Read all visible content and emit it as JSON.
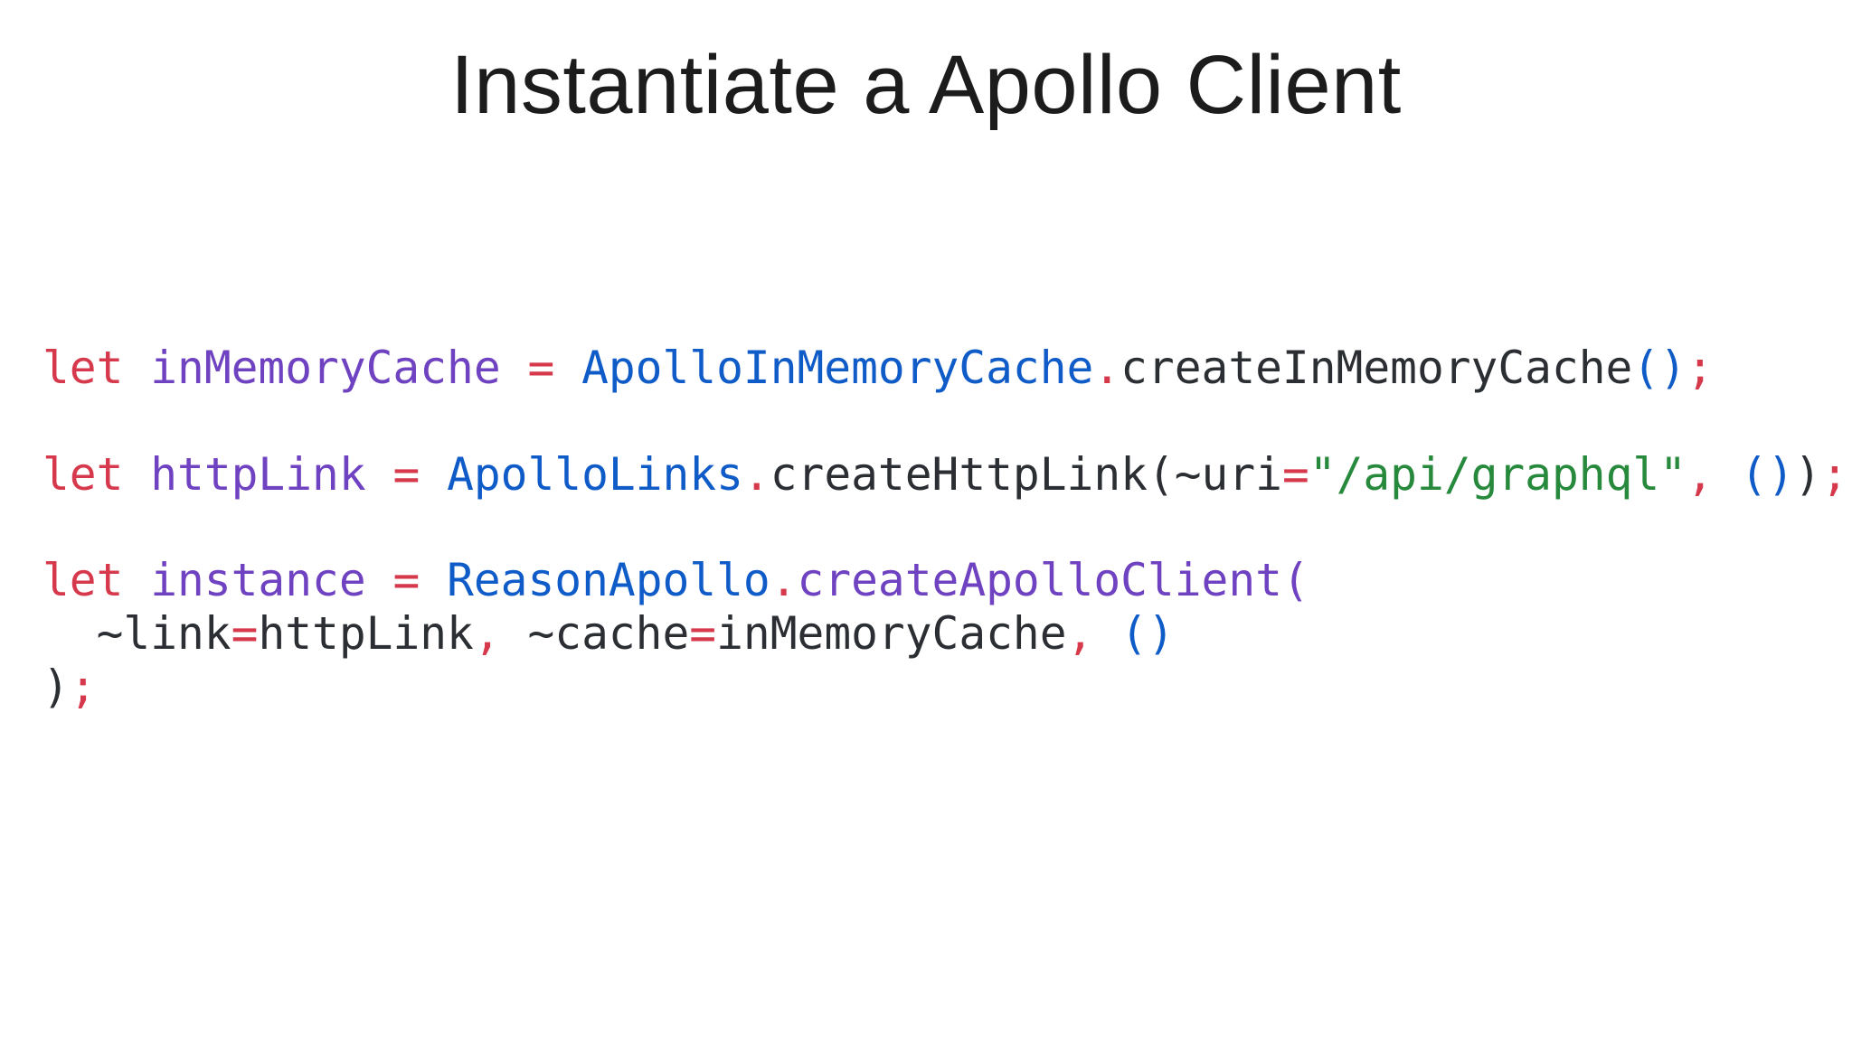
{
  "slide": {
    "title": "Instantiate a Apollo Client",
    "background": "#ffffff",
    "title_color": "#1c1c1c"
  },
  "colors": {
    "keyword": "#d6394b",
    "binding": "#6f42c1",
    "module": "#0f5bc8",
    "string": "#27893c",
    "plain": "#2b2e33"
  },
  "code": {
    "language": "reasonml",
    "lines": [
      {
        "tokens": [
          {
            "t": "let",
            "c": "keyword"
          },
          {
            "t": " ",
            "c": "plain"
          },
          {
            "t": "inMemoryCache",
            "c": "binding"
          },
          {
            "t": " ",
            "c": "plain"
          },
          {
            "t": "=",
            "c": "keyword"
          },
          {
            "t": " ",
            "c": "plain"
          },
          {
            "t": "ApolloInMemoryCache",
            "c": "module"
          },
          {
            "t": ".",
            "c": "keyword"
          },
          {
            "t": "createInMemoryCache",
            "c": "plain"
          },
          {
            "t": "()",
            "c": "module"
          },
          {
            "t": ";",
            "c": "keyword"
          }
        ]
      },
      {
        "tokens": []
      },
      {
        "tokens": [
          {
            "t": "let",
            "c": "keyword"
          },
          {
            "t": " ",
            "c": "plain"
          },
          {
            "t": "httpLink",
            "c": "binding"
          },
          {
            "t": " ",
            "c": "plain"
          },
          {
            "t": "=",
            "c": "keyword"
          },
          {
            "t": " ",
            "c": "plain"
          },
          {
            "t": "ApolloLinks",
            "c": "module"
          },
          {
            "t": ".",
            "c": "keyword"
          },
          {
            "t": "createHttpLink(~uri",
            "c": "plain"
          },
          {
            "t": "=",
            "c": "keyword"
          },
          {
            "t": "\"/api/graphql\"",
            "c": "string"
          },
          {
            "t": ",",
            "c": "keyword"
          },
          {
            "t": " ",
            "c": "plain"
          },
          {
            "t": "()",
            "c": "module"
          },
          {
            "t": ")",
            "c": "plain"
          },
          {
            "t": ";",
            "c": "keyword"
          }
        ]
      },
      {
        "tokens": []
      },
      {
        "tokens": [
          {
            "t": "let",
            "c": "keyword"
          },
          {
            "t": " ",
            "c": "plain"
          },
          {
            "t": "instance",
            "c": "binding"
          },
          {
            "t": " ",
            "c": "plain"
          },
          {
            "t": "=",
            "c": "keyword"
          },
          {
            "t": " ",
            "c": "plain"
          },
          {
            "t": "ReasonApollo",
            "c": "module"
          },
          {
            "t": ".",
            "c": "keyword"
          },
          {
            "t": "createApolloClient(",
            "c": "binding"
          }
        ]
      },
      {
        "tokens": [
          {
            "t": "  ~link",
            "c": "plain"
          },
          {
            "t": "=",
            "c": "keyword"
          },
          {
            "t": "httpLink",
            "c": "plain"
          },
          {
            "t": ",",
            "c": "keyword"
          },
          {
            "t": " ~cache",
            "c": "plain"
          },
          {
            "t": "=",
            "c": "keyword"
          },
          {
            "t": "inMemoryCache",
            "c": "plain"
          },
          {
            "t": ",",
            "c": "keyword"
          },
          {
            "t": " ",
            "c": "plain"
          },
          {
            "t": "()",
            "c": "module"
          }
        ]
      },
      {
        "tokens": [
          {
            "t": ")",
            "c": "plain"
          },
          {
            "t": ";",
            "c": "keyword"
          }
        ]
      }
    ]
  }
}
